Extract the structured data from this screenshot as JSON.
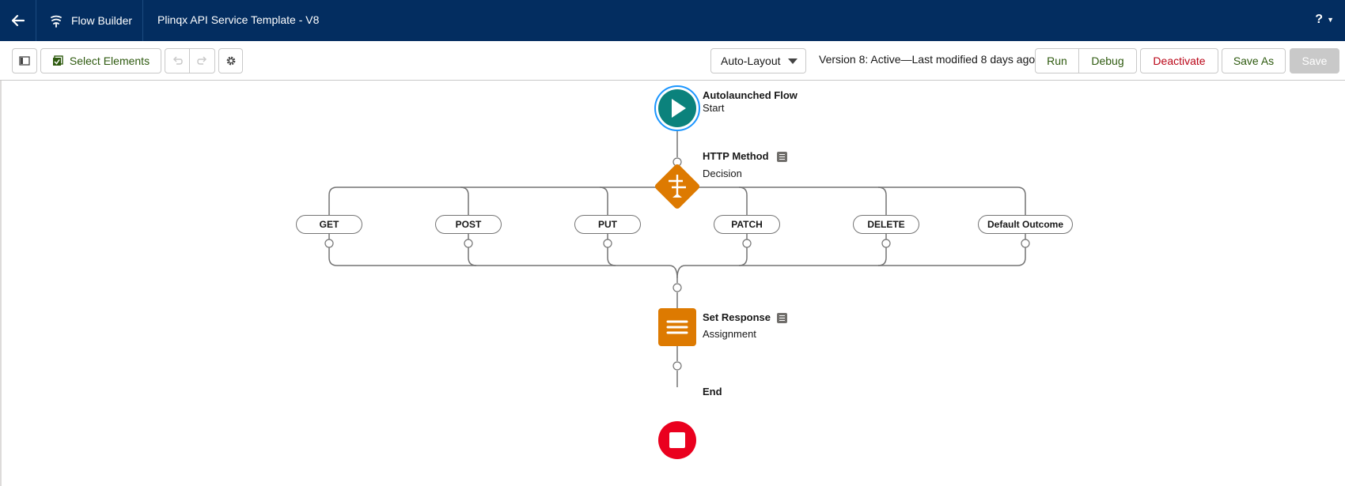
{
  "header": {
    "app_name": "Flow Builder",
    "flow_title": "Plinqx API Service Template - V8",
    "help_label": "?",
    "colors": {
      "background": "#032d60",
      "text": "#ffffff"
    }
  },
  "toolbar": {
    "select_elements_label": "Select Elements",
    "layout_select_value": "Auto-Layout",
    "version_status": "Version 8: Active—Last modified 8 days ago",
    "run_label": "Run",
    "debug_label": "Debug",
    "deactivate_label": "Deactivate",
    "save_as_label": "Save As",
    "save_label": "Save",
    "icons": [
      "back-arrow-icon",
      "flow-icon",
      "toggle-panel-icon",
      "checklist-icon",
      "undo-icon",
      "redo-icon",
      "gear-icon",
      "chevron-down-icon"
    ]
  },
  "canvas": {
    "start": {
      "title": "Autolaunched Flow",
      "subtitle": "Start",
      "color": "#0b827c"
    },
    "decision": {
      "title": "HTTP Method",
      "subtitle": "Decision",
      "color": "#dd7a01"
    },
    "outcomes": [
      "GET",
      "POST",
      "PUT",
      "PATCH",
      "DELETE",
      "Default Outcome"
    ],
    "assignment": {
      "title": "Set Response",
      "subtitle": "Assignment",
      "color": "#dd7a01"
    },
    "end": {
      "title": "End",
      "color": "#ea001e"
    }
  }
}
